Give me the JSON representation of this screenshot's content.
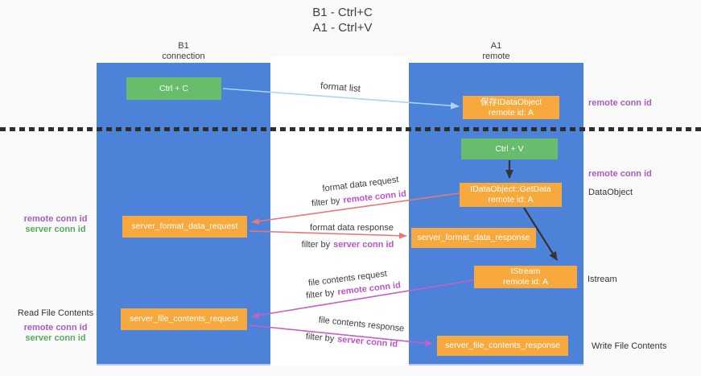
{
  "title": {
    "line1": "B1 - Ctrl+C",
    "line2": "A1 - Ctrl+V"
  },
  "columns": {
    "left": {
      "name": "B1",
      "role": "connection"
    },
    "right": {
      "name": "A1",
      "role": "remote"
    }
  },
  "boxes": {
    "ctrl_c": {
      "label": "Ctrl + C"
    },
    "save_idataobject": {
      "line1": "保存IDataObject",
      "line2": "remote id: A"
    },
    "ctrl_v": {
      "label": "Ctrl + V"
    },
    "getdata": {
      "line1": "IDataObject::GetData",
      "line2": "remote id: A"
    },
    "istream": {
      "line1": "IStream",
      "line2": "remote id: A"
    },
    "server_format_data_request": {
      "label": "server_format_data_request"
    },
    "server_format_data_response": {
      "label": "server_format_data_response"
    },
    "server_file_contents_request": {
      "label": "server_file_contents_request"
    },
    "server_file_contents_response": {
      "label": "server_file_contents_response"
    }
  },
  "flow_labels": {
    "format_list": "format list",
    "format_data_request": "format data request",
    "format_data_response": "format data response",
    "file_contents_request": "file contents request",
    "file_contents_response": "file contents response",
    "filter_by": "filter by",
    "remote_conn_id": "remote conn id",
    "server_conn_id": "server conn id"
  },
  "side_labels": {
    "remote_conn_id_top_right": "remote conn id",
    "remote_conn_id_mid_right": "remote conn id",
    "dataobject": "DataObject",
    "istream": "Istream",
    "write_file_contents": "Write File Contents",
    "read_file_contents": "Read File Contents",
    "remote_conn_id_left_1": "remote conn id",
    "server_conn_id_left_1": "server conn id",
    "remote_conn_id_left_2": "remote conn id",
    "server_conn_id_left_2": "server conn id"
  },
  "colors": {
    "lifeline_blue": "#4d82d9",
    "action_green": "#68bd6d",
    "message_orange": "#f8a93d",
    "arrow_red": "#e87878",
    "arrow_magenta": "#c75fc9",
    "arrow_light_blue": "#a8d4f2",
    "arrow_black": "#333333",
    "text_purple": "#a85bc8",
    "text_green": "#56ab5c",
    "dashed_line": "#2e2e2e"
  }
}
